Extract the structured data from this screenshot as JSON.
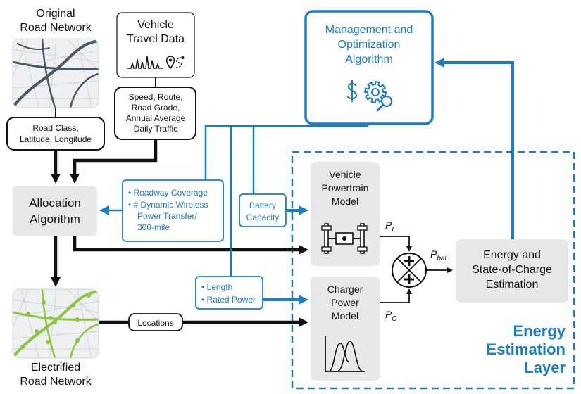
{
  "colors": {
    "blue": "#1a7cc4",
    "black": "#111111",
    "node_fill": "#e6e8ea",
    "map_green": "#8cc63f",
    "map_road": "#4a5866"
  },
  "icons": [
    "map-original-icon",
    "travel-data-icon",
    "dollar-icon",
    "gear-icon",
    "magnifier-icon",
    "powertrain-icon",
    "bell-curves-icon",
    "multiply-sum-icon",
    "map-electrified-icon"
  ],
  "labels": {
    "original_network": [
      "Original",
      "Road Network"
    ],
    "travel_data": [
      "Vehicle",
      "Travel Data"
    ],
    "travel_attrs": [
      "Speed, Route,",
      "Road Grade,",
      "Annual Average",
      "Daily Traffic"
    ],
    "road_attrs": [
      "Road Class,",
      "Latitude, Longitude"
    ],
    "allocation": [
      "Allocation",
      "Algorithm"
    ],
    "coverage": [
      "• Roadway Coverage",
      "• # Dynamic Wireless",
      "Power Transfer/",
      "300-mile"
    ],
    "battery": [
      "Battery",
      "Capacity"
    ],
    "management": [
      "Management and",
      "Optimization",
      "Algorithm"
    ],
    "powertrain": [
      "Vehicle",
      "Powertrain",
      "Model"
    ],
    "charger": [
      "Charger",
      "Power",
      "Model"
    ],
    "length_power": [
      "• Length",
      "• Rated Power"
    ],
    "locations": "Locations",
    "electrified_network": [
      "Electrified",
      "Road Network"
    ],
    "energy_soc": [
      "Energy and",
      "State-of-Charge",
      "Estimation"
    ],
    "layer_title": [
      "Energy",
      "Estimation",
      "Layer"
    ],
    "signals": {
      "pe": {
        "main": "P",
        "sub": "E"
      },
      "pc": {
        "main": "P",
        "sub": "C"
      },
      "pbat": {
        "main": "P",
        "sub": "bat"
      }
    }
  }
}
